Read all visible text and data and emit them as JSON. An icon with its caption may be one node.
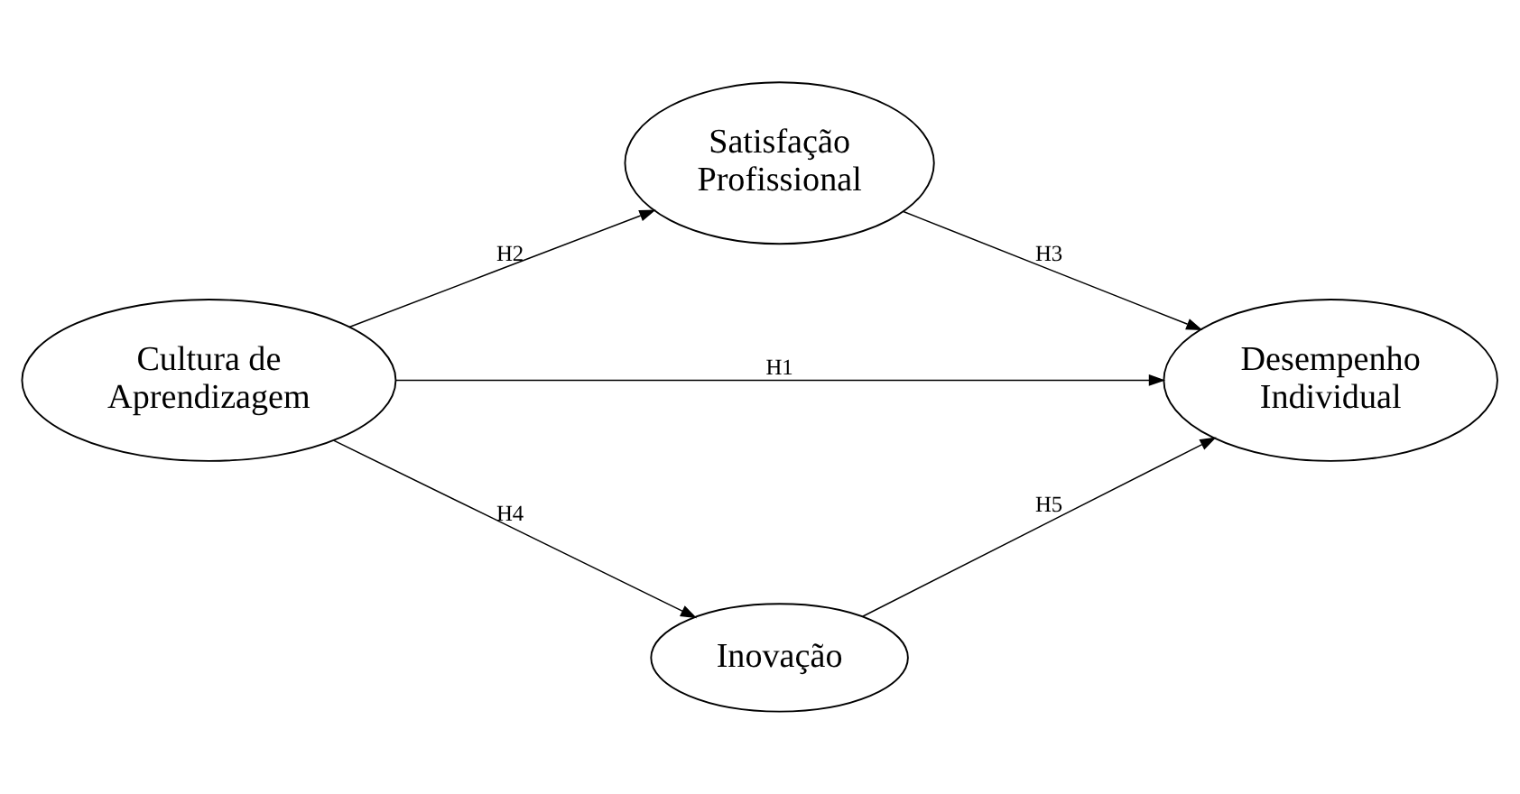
{
  "diagram": {
    "nodes": [
      {
        "text": [
          "Satisfação Profissional"
        ]
      },
      {
        "text": [
          "Cultura de Aprendizagem"
        ]
      },
      {
        "text": [
          "Desempenho Individual"
        ]
      },
      {
        "text": [
          "Inovação"
        ]
      }
    ],
    "edges": [
      {
        "from": 1,
        "to": 0,
        "arrow": "to",
        "label": "H2"
      },
      {
        "from": 0,
        "to": 2,
        "arrow": "to",
        "label": "H3"
      },
      {
        "from": 1,
        "to": 2,
        "arrow": "to",
        "label": "H1"
      },
      {
        "from": 1,
        "to": 3,
        "arrow": "to",
        "label": "H4"
      },
      {
        "from": 3,
        "to": 2,
        "arrow": "to",
        "label": "H5"
      }
    ]
  }
}
